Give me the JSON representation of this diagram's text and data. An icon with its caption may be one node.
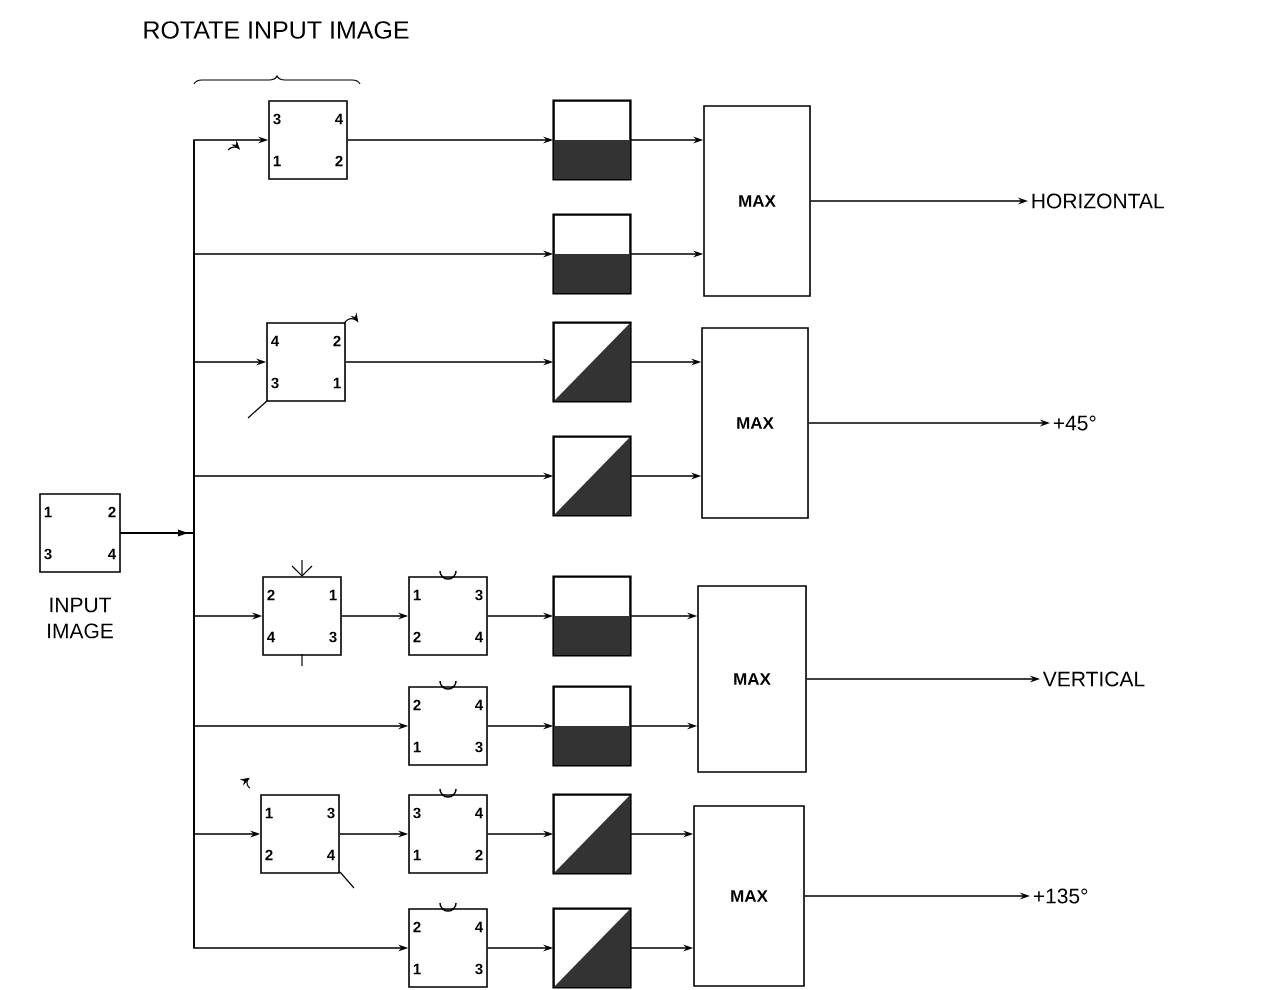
{
  "diagram": {
    "nodes": [
      {
        "text": [
          "1",
          "2",
          "3",
          "4",
          "INPUT IMAGE"
        ]
      },
      {
        "text": [
          "3",
          "4",
          "1",
          "2"
        ]
      },
      {
        "text": [],
        "shape": "box"
      },
      {
        "text": [
          "MAX"
        ]
      },
      {
        "text": [
          "HORIZONTAL"
        ]
      },
      {
        "text": [],
        "shape": "box"
      },
      {
        "text": [
          "4",
          "2",
          "3",
          "1"
        ]
      },
      {
        "text": [],
        "shape": "box"
      },
      {
        "text": [
          "MAX"
        ]
      },
      {
        "text": [
          "+45°"
        ]
      },
      {
        "text": [],
        "shape": "box"
      },
      {
        "text": [
          "2",
          "1",
          "4",
          "3"
        ]
      },
      {
        "text": [
          "1",
          "3",
          "2",
          "4"
        ]
      },
      {
        "text": [],
        "shape": "box"
      },
      {
        "text": [
          "MAX"
        ]
      },
      {
        "text": [
          "VERTICAL"
        ]
      },
      {
        "text": [
          "2",
          "4",
          "1",
          "3"
        ]
      },
      {
        "text": [],
        "shape": "box"
      },
      {
        "text": [
          "1",
          "3",
          "2",
          "4"
        ]
      },
      {
        "text": [
          "3",
          "4",
          "1",
          "2"
        ]
      },
      {
        "text": [],
        "shape": "box"
      },
      {
        "text": [
          "MAX"
        ]
      },
      {
        "text": [
          "+135°"
        ]
      },
      {
        "text": [
          "2",
          "4",
          "1",
          "3"
        ]
      },
      {
        "text": [],
        "shape": "box"
      }
    ],
    "edges": [
      {
        "from": 0,
        "to": 1,
        "arrow": "to"
      },
      {
        "from": 0,
        "to": 5,
        "arrow": "to"
      },
      {
        "from": 0,
        "to": 6,
        "arrow": "to"
      },
      {
        "from": 0,
        "to": 10,
        "arrow": "to"
      },
      {
        "from": 0,
        "to": 11,
        "arrow": "to"
      },
      {
        "from": 0,
        "to": 16,
        "arrow": "to"
      },
      {
        "from": 0,
        "to": 18,
        "arrow": "to"
      },
      {
        "from": 0,
        "to": 23,
        "arrow": "to"
      },
      {
        "from": 1,
        "to": 2,
        "arrow": "to"
      },
      {
        "from": 2,
        "to": 3,
        "arrow": "to"
      },
      {
        "from": 5,
        "to": 3,
        "arrow": "to"
      },
      {
        "from": 3,
        "to": 4,
        "arrow": "to"
      },
      {
        "from": 6,
        "to": 7,
        "arrow": "to"
      },
      {
        "from": 7,
        "to": 8,
        "arrow": "to"
      },
      {
        "from": 10,
        "to": 8,
        "arrow": "to"
      },
      {
        "from": 8,
        "to": 9,
        "arrow": "to"
      },
      {
        "from": 11,
        "to": 12,
        "arrow": "to"
      },
      {
        "from": 12,
        "to": 13,
        "arrow": "to"
      },
      {
        "from": 13,
        "to": 14,
        "arrow": "to"
      },
      {
        "from": 16,
        "to": 17,
        "arrow": "to"
      },
      {
        "from": 17,
        "to": 14,
        "arrow": "to"
      },
      {
        "from": 14,
        "to": 15,
        "arrow": "to"
      },
      {
        "from": 18,
        "to": 19,
        "arrow": "to"
      },
      {
        "from": 19,
        "to": 20,
        "arrow": "to"
      },
      {
        "from": 20,
        "to": 21,
        "arrow": "to"
      },
      {
        "from": 23,
        "to": 24,
        "arrow": "to"
      },
      {
        "from": 24,
        "to": 21,
        "arrow": "to"
      },
      {
        "from": 21,
        "to": 22,
        "arrow": "to"
      }
    ],
    "labels": [
      "ROTATE INPUT IMAGE"
    ]
  }
}
